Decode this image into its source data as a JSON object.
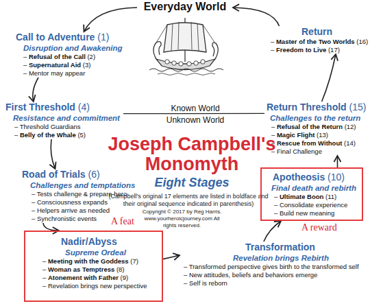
{
  "diagram": {
    "title": "Joseph Campbell's Monomyth",
    "nodes": [
      {
        "text": [
          "Everyday World"
        ]
      },
      {
        "text": [
          "Call to Adventure (1)",
          "Disruption and Awakening",
          "– Refusal of the Call (2)",
          "– Supernatural Aid (3)",
          "– Mentor may appear"
        ]
      },
      {
        "text": [
          "First Threshold (4)",
          "Resistance and commitment",
          "– Threshold Guardians",
          "– Belly of the Whale (5)"
        ]
      },
      {
        "text": [
          "Road of Trials (6)",
          "Challenges and temptations",
          "– Tests challenge & prepare hero",
          "– Consciousness expands",
          "– Helpers arrive as needed",
          "– Synchronistic events"
        ]
      },
      {
        "text": [
          "Nadir/Abyss",
          "Supreme Ordeal",
          "– Meeting with the Goddess (7)",
          "– Woman as Temptress (8)",
          "– Atonement with Father (9)",
          "– Revelation brings new perspective"
        ]
      },
      {
        "text": [
          "Transformation",
          "Revelation brings Rebirth",
          "– Transformed perspective gives birth to the transformed self",
          "– New attitudes, beliefs and behaviors emerge",
          "– Self is reborn"
        ]
      },
      {
        "text": [
          "Apotheosis (10)",
          "Final death and rebirth",
          "– Ultimate Boon (11)",
          "– Consolidate experience",
          "– Build new meaning"
        ]
      },
      {
        "text": [
          "Return Threshold (15)",
          "Challenges to the return",
          "– Refusal of the Return (12)",
          "– Magic Flight (13)",
          "– Rescue from Without (14)",
          "– Final Challenge"
        ]
      },
      {
        "text": [
          "Return",
          "– Master of the Two Worlds (16)",
          "– Freedom to Live (17)"
        ]
      }
    ],
    "edges": [
      {
        "from": 0,
        "to": 1,
        "arrow": "to"
      },
      {
        "from": 1,
        "to": 2,
        "arrow": "to"
      },
      {
        "from": 2,
        "to": 3,
        "arrow": "to"
      },
      {
        "from": 3,
        "to": 4,
        "arrow": "to"
      },
      {
        "from": 4,
        "to": 5,
        "arrow": "to"
      },
      {
        "from": 5,
        "to": 6,
        "arrow": "to"
      },
      {
        "from": 6,
        "to": 7,
        "arrow": "to"
      },
      {
        "from": 7,
        "to": 8,
        "arrow": "to"
      },
      {
        "from": 8,
        "to": 0,
        "arrow": "to"
      },
      {
        "from": 2,
        "to": 7,
        "arrow": "none"
      }
    ],
    "labels": [
      "Eight Stages",
      "(Campbell's original 17 elements are listed in boldface and their original sequence indicated in parenthesis)",
      "Copyright © 2017 by Reg Harris. www.yourheroicjourney.com All rights reserved.",
      "Known World",
      "Unknown World",
      "A feat",
      "A reward"
    ]
  }
}
